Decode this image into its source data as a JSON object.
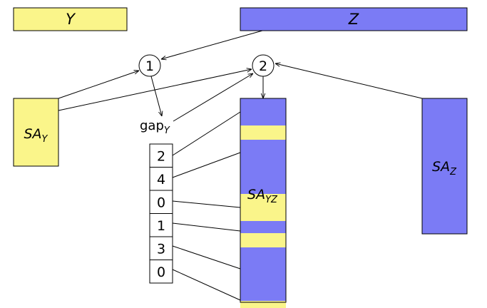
{
  "colors": {
    "yellow": "#faf58a",
    "blue": "#7b7bf5",
    "stroke": "#000000",
    "background": "#ffffff"
  },
  "texts": {
    "y": "Y",
    "z": "Z",
    "sa": "SA",
    "sa_y_sub": "Y",
    "sa_z_sub": "Z",
    "sa_yz_sub": "YZ",
    "gap": "gap",
    "gap_sub": "Y"
  },
  "steps": [
    "1",
    "2"
  ],
  "gap_values": [
    "2",
    "4",
    "0",
    "1",
    "3",
    "0"
  ],
  "merged_blocks": [
    "Z",
    "Y",
    "Z",
    "Y",
    "Z",
    "Y",
    "Z",
    "Y"
  ]
}
